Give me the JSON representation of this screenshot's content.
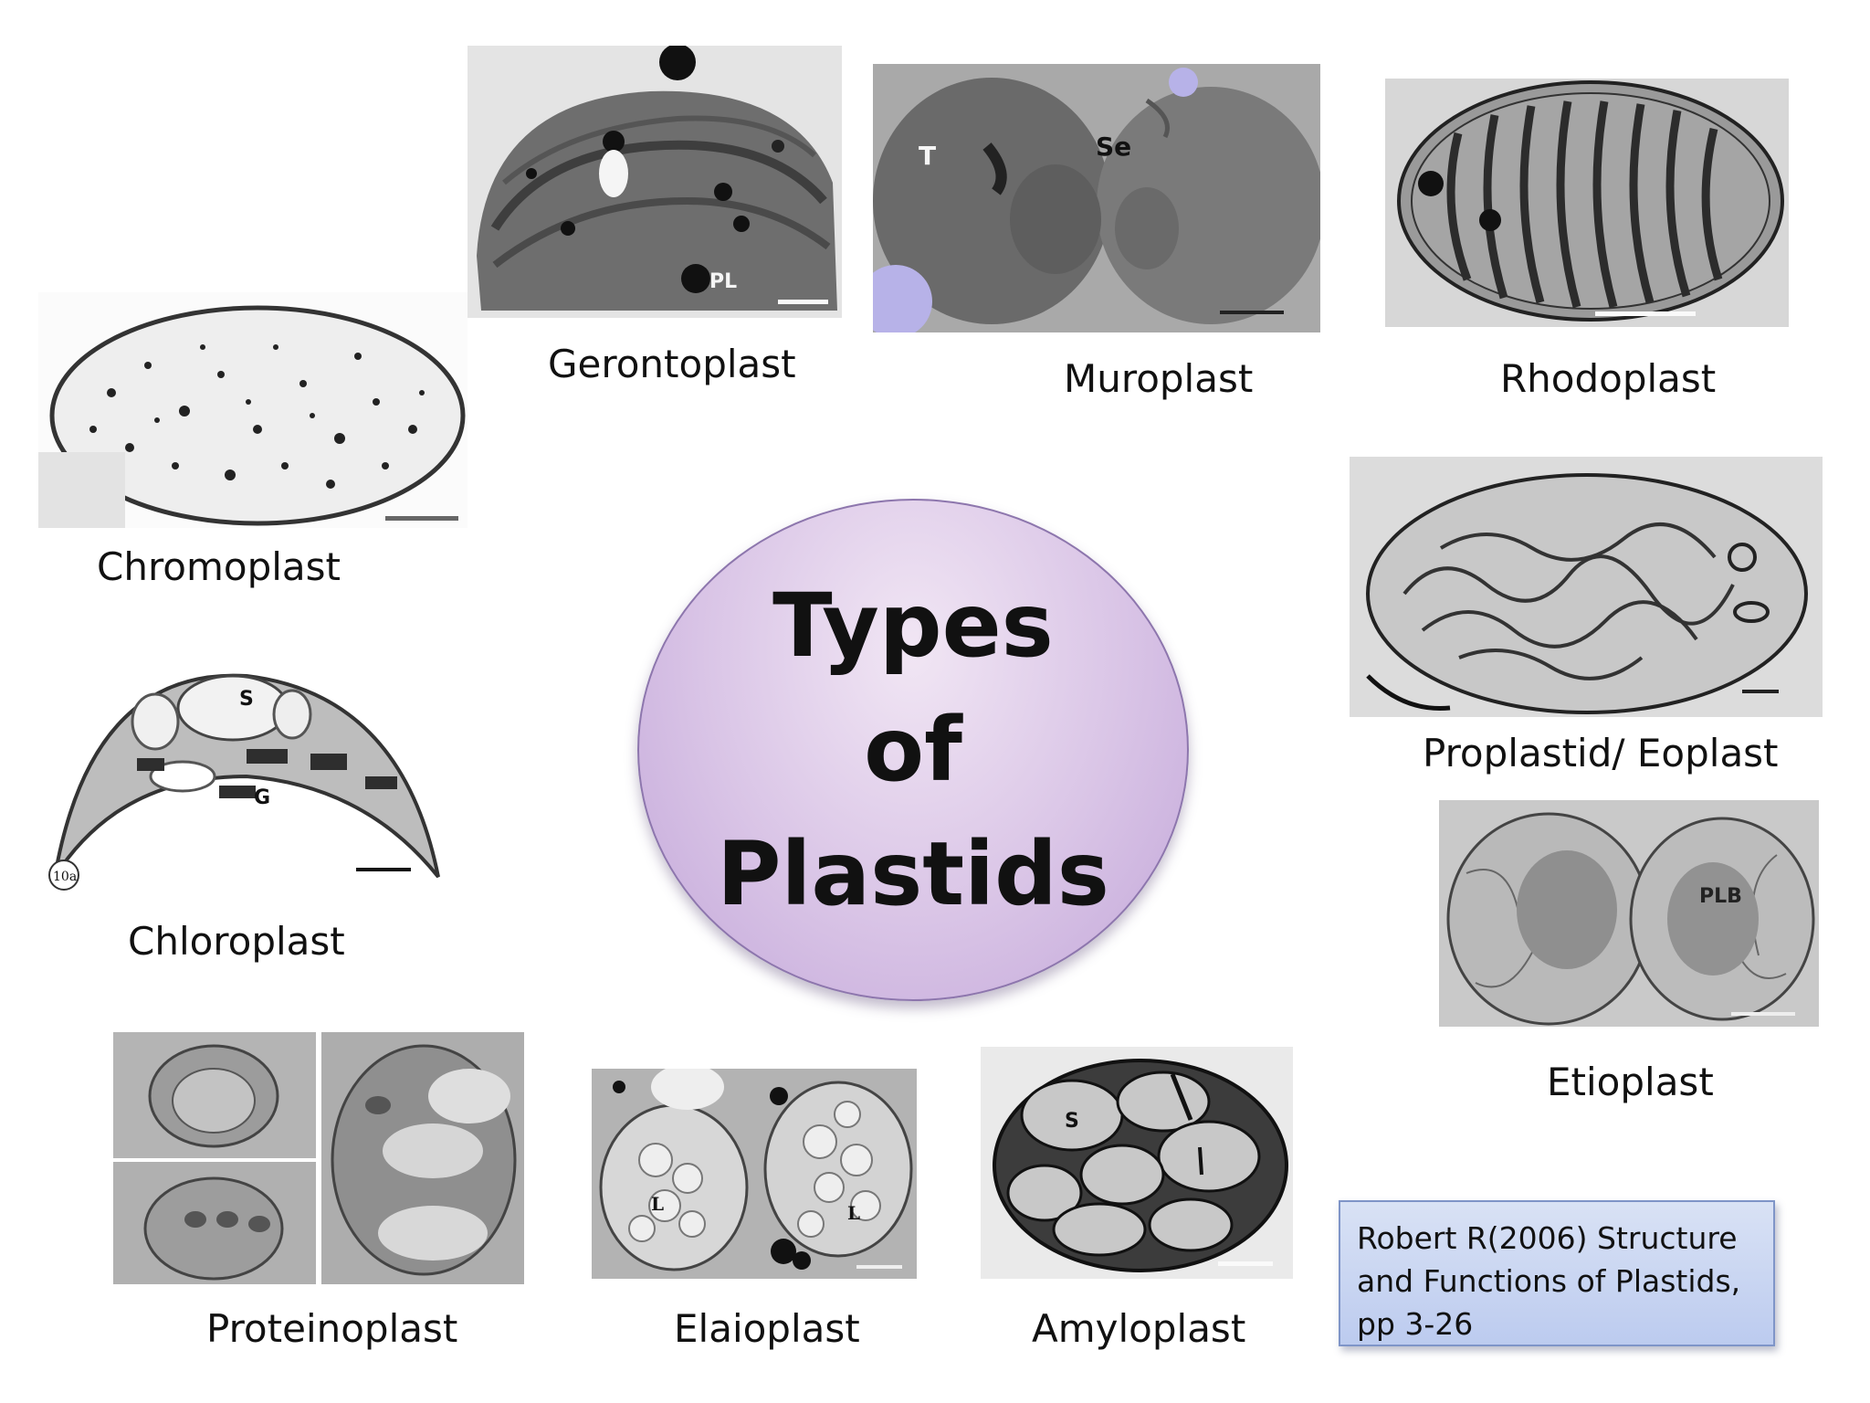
{
  "title": {
    "line1": "Types",
    "line2": "of",
    "line3": "Plastids"
  },
  "plastids": {
    "gerontoplast": {
      "label": "Gerontoplast",
      "annotation": "PL"
    },
    "muroplast": {
      "label": "Muroplast",
      "annotation_t": "T",
      "annotation_se": "Se"
    },
    "rhodoplast": {
      "label": "Rhodoplast"
    },
    "chromoplast": {
      "label": "Chromoplast"
    },
    "chloroplast": {
      "label": "Chloroplast",
      "annotation_s": "S",
      "annotation_g": "G",
      "annotation_fig": "10a"
    },
    "proplastid": {
      "label": "Proplastid/ Eoplast"
    },
    "etioplast": {
      "label": "Etioplast",
      "annotation": "PLB"
    },
    "proteinoplast": {
      "label": "Proteinoplast"
    },
    "elaioplast": {
      "label": "Elaioplast",
      "annotation_l1": "L",
      "annotation_l2": "L"
    },
    "amyloplast": {
      "label": "Amyloplast",
      "annotation": "S"
    }
  },
  "reference": {
    "line1": "Robert R(2006) Structure",
    "line2": "and Functions of Plastids,",
    "line3": "pp 3-26"
  },
  "colors": {
    "circle_fill": "#d9c4e6",
    "reference_box_fill": "#c6d3f0"
  }
}
